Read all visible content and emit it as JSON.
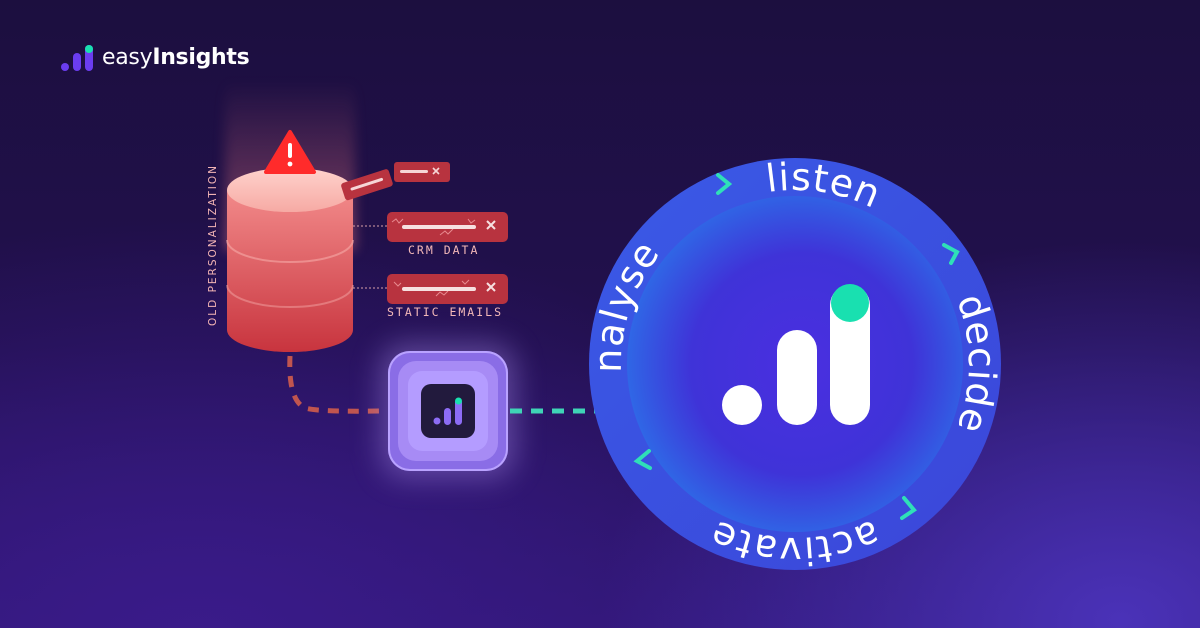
{
  "brand": {
    "name_prefix": "easy",
    "name_suffix": "Insights"
  },
  "database": {
    "vertical_label": "OLD PERSONALIZATION",
    "warning_icon": "warning-triangle-icon",
    "tags": [
      {
        "label": "CRM DATA",
        "icon": "close-icon"
      },
      {
        "label": "STATIC EMAILS",
        "icon": "close-icon"
      }
    ]
  },
  "cycle": {
    "steps": [
      "listen",
      "decide",
      "activate",
      "analyse"
    ],
    "center_icon": "bar-chart-logo-icon"
  },
  "colors": {
    "background": "#22104e",
    "database_red": "#e0454d",
    "tag_red": "#b8333f",
    "connector_red": "#c0554f",
    "connector_teal": "#3fd4b6",
    "cycle_ring": "#3a5ae6",
    "cycle_core": "#3b2bd6",
    "accent_teal": "#19e0b0",
    "chevron_teal": "#2fe0b8"
  }
}
